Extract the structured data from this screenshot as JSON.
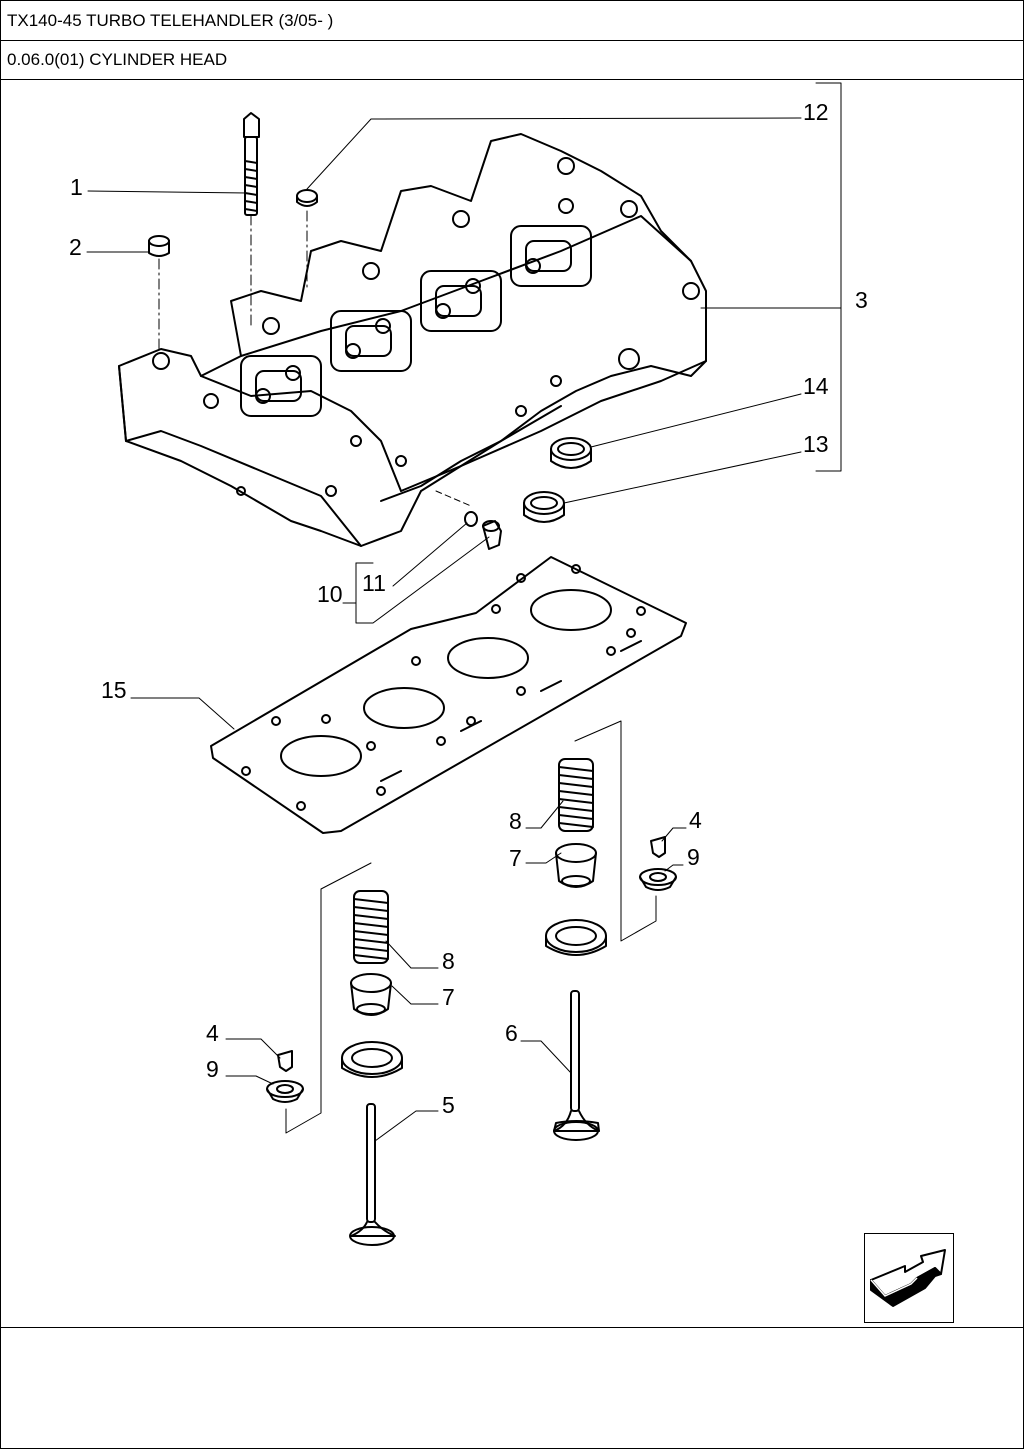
{
  "header": {
    "machine": "TX140-45 TURBO TELEHANDLER (3/05- )",
    "section": "0.06.0(01) CYLINDER HEAD"
  },
  "callouts": [
    "1",
    "2",
    "3",
    "4",
    "4",
    "5",
    "6",
    "7",
    "7",
    "8",
    "8",
    "9",
    "9",
    "10",
    "11",
    "12",
    "13",
    "14",
    "15"
  ],
  "nav": {
    "icon": "next-page-arrow-icon"
  }
}
